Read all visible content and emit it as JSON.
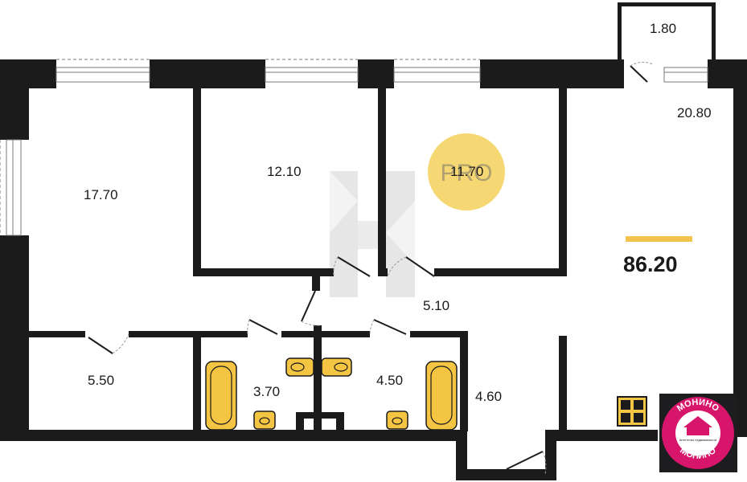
{
  "rooms": [
    {
      "id": "balcony",
      "area": "1.80"
    },
    {
      "id": "kitchen-living",
      "area": "20.80"
    },
    {
      "id": "room-1",
      "area": "17.70"
    },
    {
      "id": "room-2",
      "area": "12.10"
    },
    {
      "id": "room-3",
      "area": "11.70"
    },
    {
      "id": "corridor",
      "area": "5.10"
    },
    {
      "id": "storage",
      "area": "5.50"
    },
    {
      "id": "bathroom-1",
      "area": "3.70"
    },
    {
      "id": "bathroom-2",
      "area": "4.50"
    },
    {
      "id": "hall",
      "area": "4.60"
    }
  ],
  "total_area": "86.20",
  "badge": {
    "text": "PRO"
  },
  "logo": {
    "top_text": "МОНИНО",
    "bottom_text": "МОНИНО",
    "tagline": "Агентство недвижимости"
  },
  "colors": {
    "wall": "#1b1b1b",
    "fixture_fill": "#f4c542",
    "accent": "#f2c44e",
    "badge_fill": "#f5d873",
    "logo_bg": "#1d1d1f",
    "logo_magenta": "#d6156b"
  },
  "icons": [
    "bathtub-icon",
    "sink-icon",
    "toilet-icon",
    "stove-icon",
    "watermark-icon",
    "agency-logo-icon"
  ]
}
